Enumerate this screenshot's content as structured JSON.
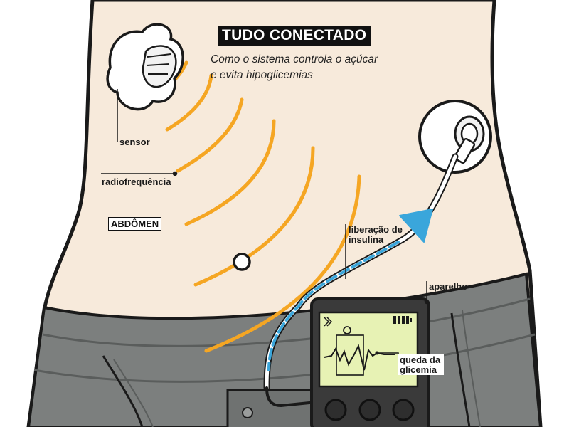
{
  "title": "TUDO CONECTADO",
  "subtitle": "Como o sistema controla o açúcar e evita hipoglicemias",
  "labels": {
    "sensor": "sensor",
    "radio": "radiofrequência",
    "abdomen": "ABDÔMEN",
    "release": "liberação de insulina",
    "device": "aparelho",
    "drop": "queda da glicemia"
  },
  "colors": {
    "skin": "#f7eadb",
    "outline": "#1a1a1a",
    "waves": "#f5a623",
    "tube_flow": "#3aa6db",
    "jeans": "#7c7f7e",
    "screen": "#e7f2b4"
  },
  "icons": [
    "sensor-patch-icon",
    "insulin-patch-icon",
    "navel-icon",
    "pump-device-icon",
    "battery-icon"
  ]
}
